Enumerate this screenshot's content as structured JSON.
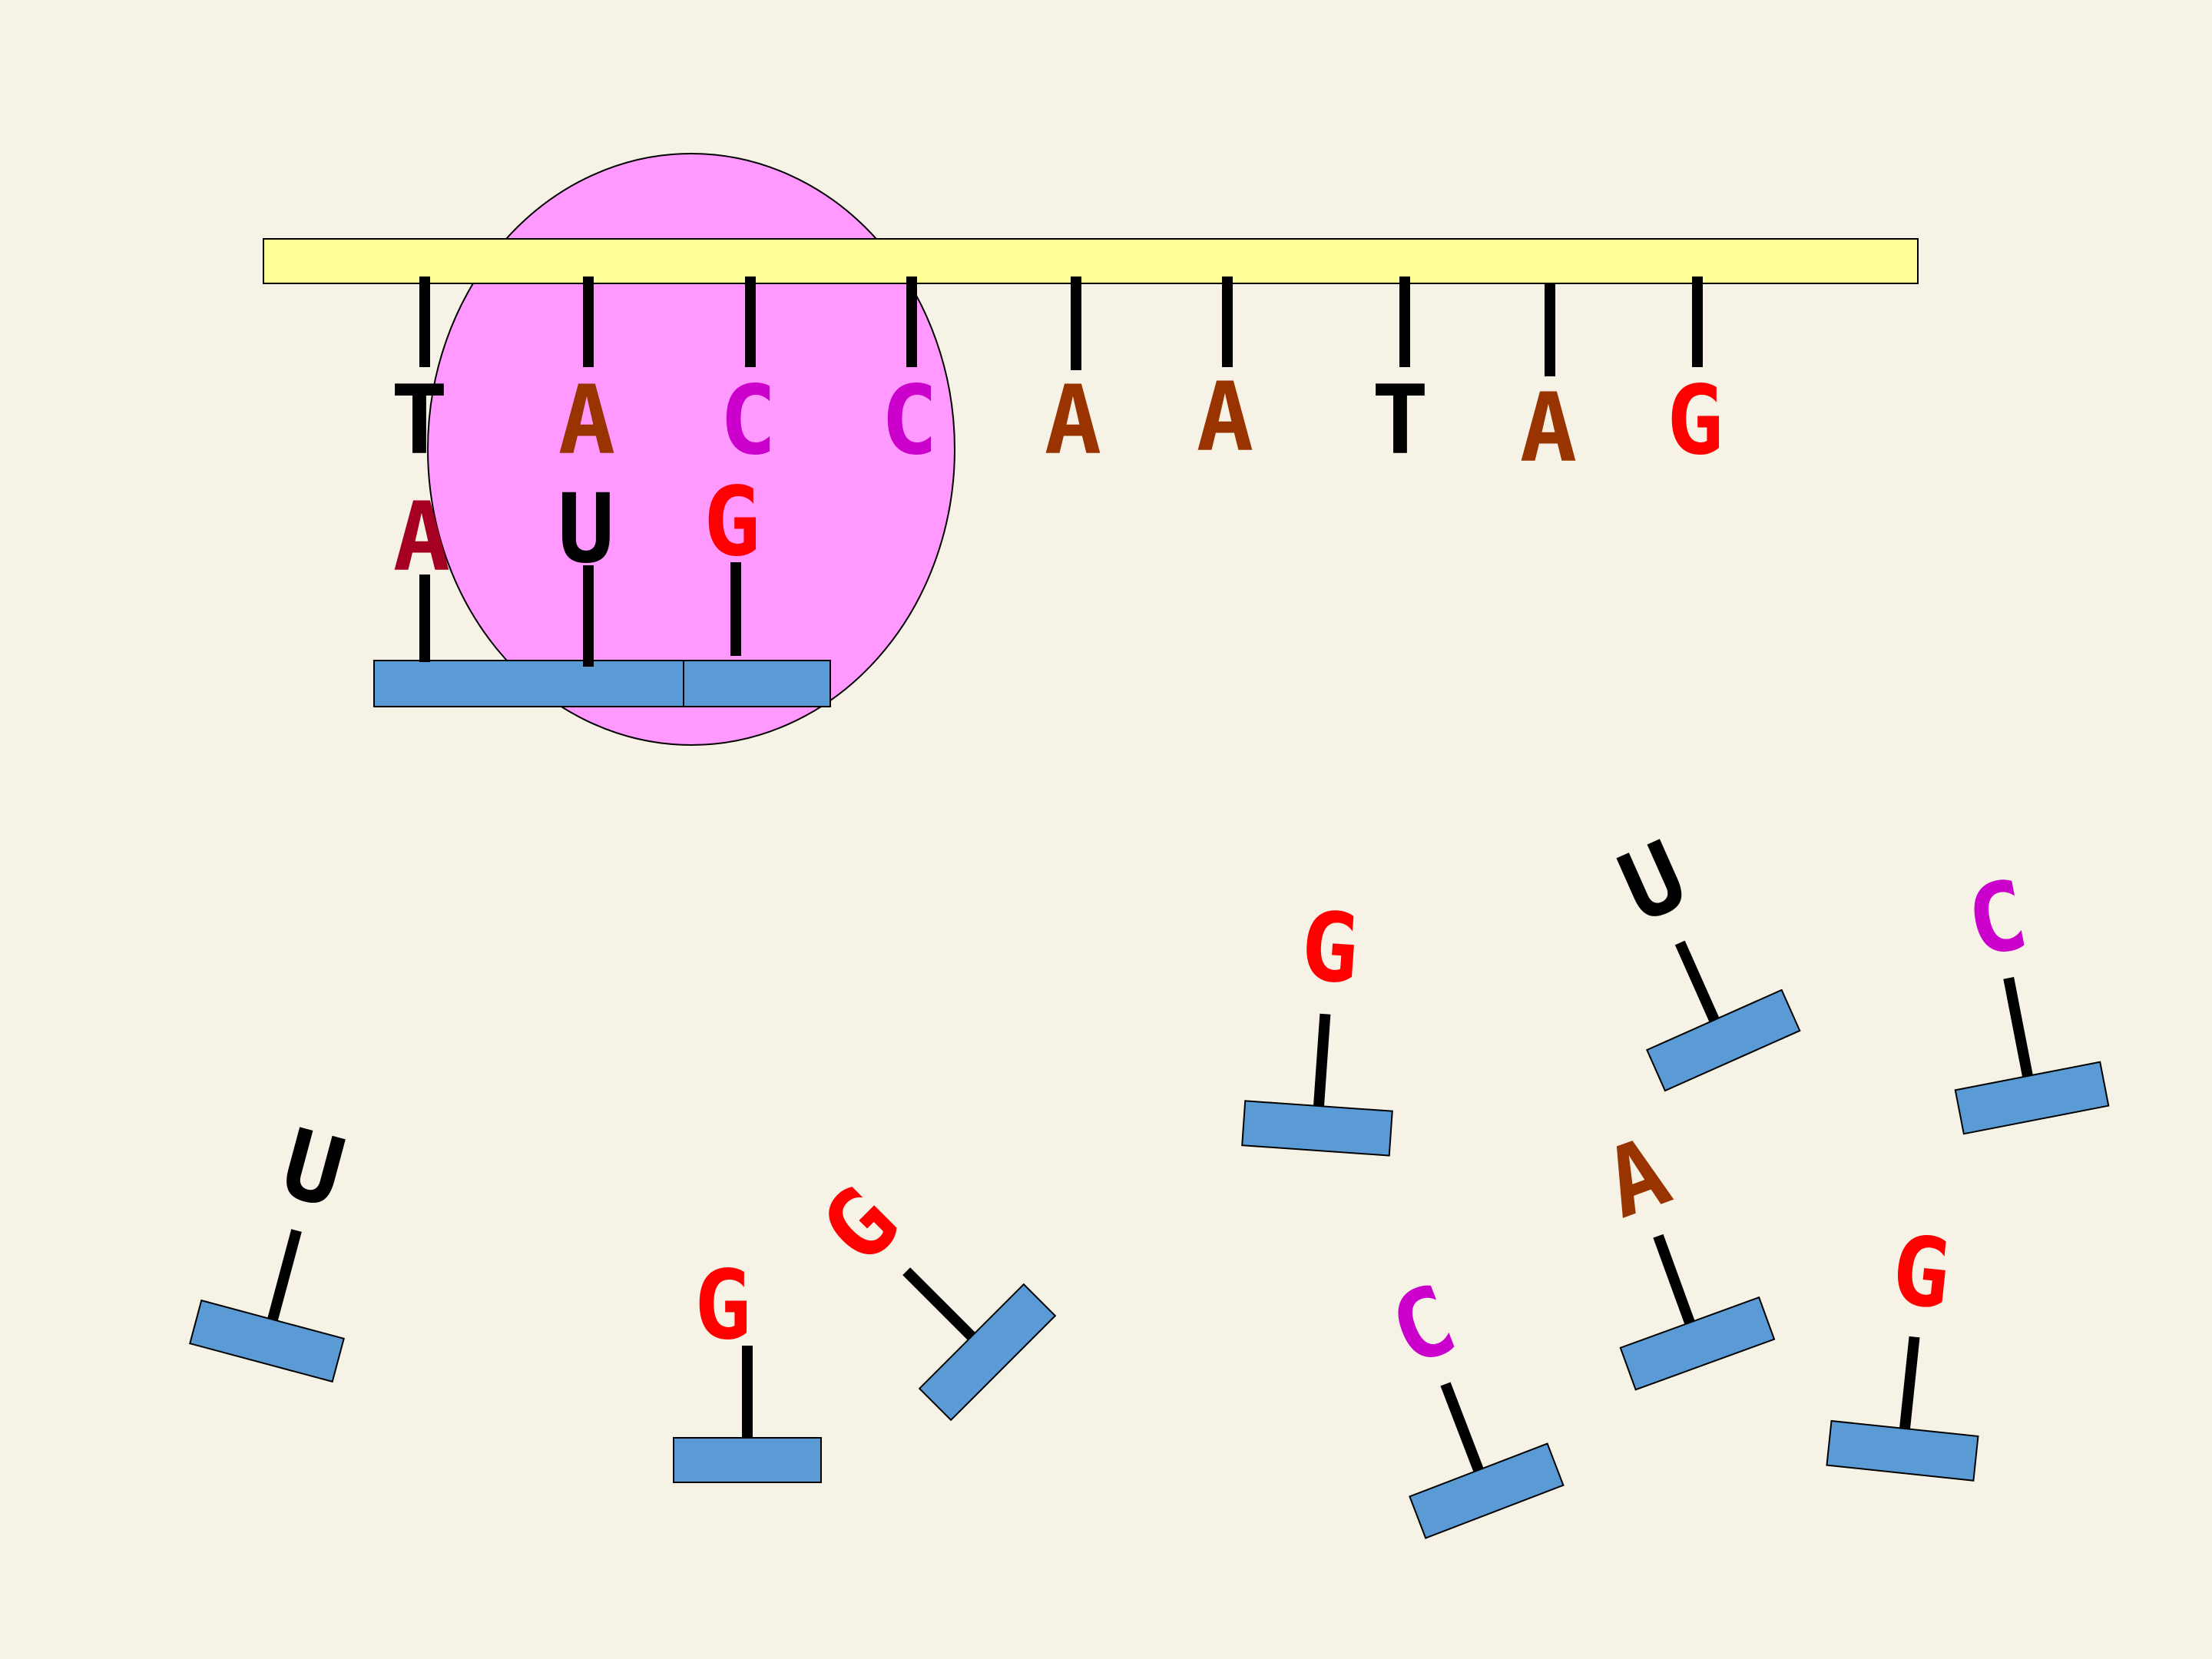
{
  "colors": {
    "background": "#f6f3e6",
    "strand": "#ffff99",
    "ribosome": "#ff99ff",
    "block": "#5b9bd5",
    "A_template": "#993300",
    "A_paired": "#a50021",
    "T": "#000000",
    "U": "#000000",
    "C": "#cc00cc",
    "G": "#ff0000"
  },
  "template_strand": {
    "bases": [
      "T",
      "A",
      "C",
      "C",
      "A",
      "A",
      "T",
      "A",
      "G"
    ]
  },
  "paired_nucleotides": {
    "bases": [
      "A",
      "U",
      "G"
    ]
  },
  "free_nucleotides": {
    "bases": [
      "G",
      "U",
      "C",
      "U",
      "G",
      "G",
      "A",
      "C",
      "G"
    ]
  }
}
